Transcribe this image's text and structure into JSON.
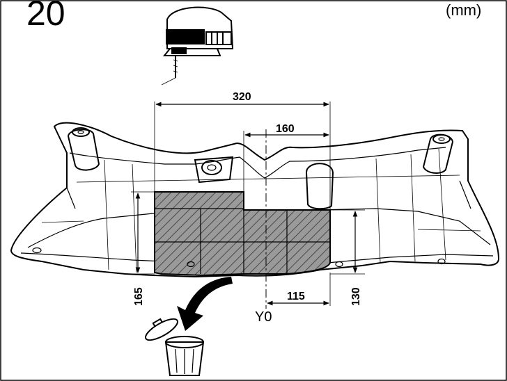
{
  "figure": {
    "step_number": "20",
    "unit": "(mm)",
    "reference_label": "Y0",
    "dimensions": {
      "width_total": "320",
      "width_half": "160",
      "width_right_bottom": "115",
      "height_left": "165",
      "height_right": "130"
    }
  },
  "icons": [
    "jigsaw-icon",
    "trash-can-icon",
    "discard-arrow-icon"
  ]
}
